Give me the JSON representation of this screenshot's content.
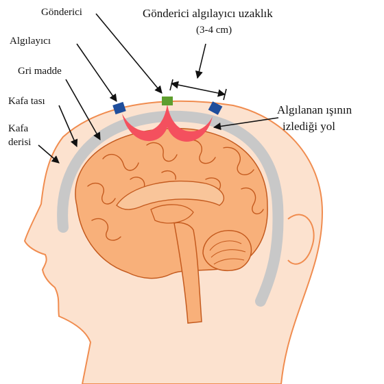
{
  "labels": {
    "emitter": "Gönderici",
    "distance_title": "Gönderici algılayıcı uzaklık",
    "distance_value": "(3-4 cm)",
    "detector": "Algılayıcı",
    "gray_matter": "Gri madde",
    "skull": "Kafa tası",
    "scalp_line1": "Kafa",
    "scalp_line2": "derisi",
    "light_path_line1": "Algılanan ışının",
    "light_path_line2": "izlediği yol"
  },
  "colors": {
    "skin": "#FCE2CF",
    "outline": "#F08C4F",
    "skull": "#C8C8C8",
    "brain": "#F8B07A",
    "brain_line": "#C45A1E",
    "light_path": "#F4505E",
    "emitter": "#5E9E2E",
    "detector": "#1F4E9C"
  }
}
